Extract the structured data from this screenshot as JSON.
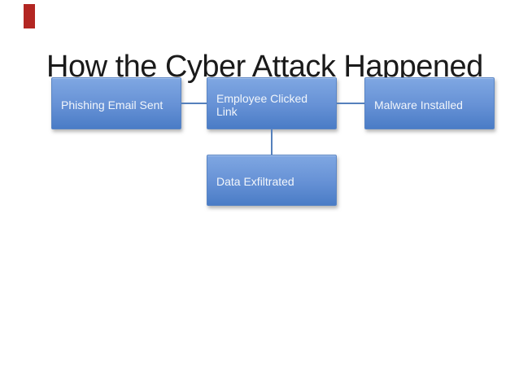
{
  "slide": {
    "title": "How the Cyber Attack Happened"
  },
  "diagram": {
    "type": "flowchart",
    "nodes": [
      {
        "id": "phishing",
        "label": "Phishing Email Sent"
      },
      {
        "id": "employee",
        "label": "Employee Clicked Link"
      },
      {
        "id": "malware",
        "label": "Malware Installed"
      },
      {
        "id": "exfiltrated",
        "label": "Data Exfiltrated"
      }
    ],
    "connections": [
      {
        "from": "phishing",
        "to": "employee",
        "orientation": "horizontal"
      },
      {
        "from": "employee",
        "to": "malware",
        "orientation": "horizontal"
      },
      {
        "from": "employee",
        "to": "exfiltrated",
        "orientation": "vertical"
      }
    ],
    "colors": {
      "node_fill_top": "#7fa7e2",
      "node_fill_bottom": "#4a7cc6",
      "node_border": "#5a85c4",
      "node_text": "#f2f6fb",
      "connector": "#5580bc",
      "marker_red": "#b32622",
      "title_text": "#1a1a1a",
      "background": "#ffffff"
    }
  }
}
